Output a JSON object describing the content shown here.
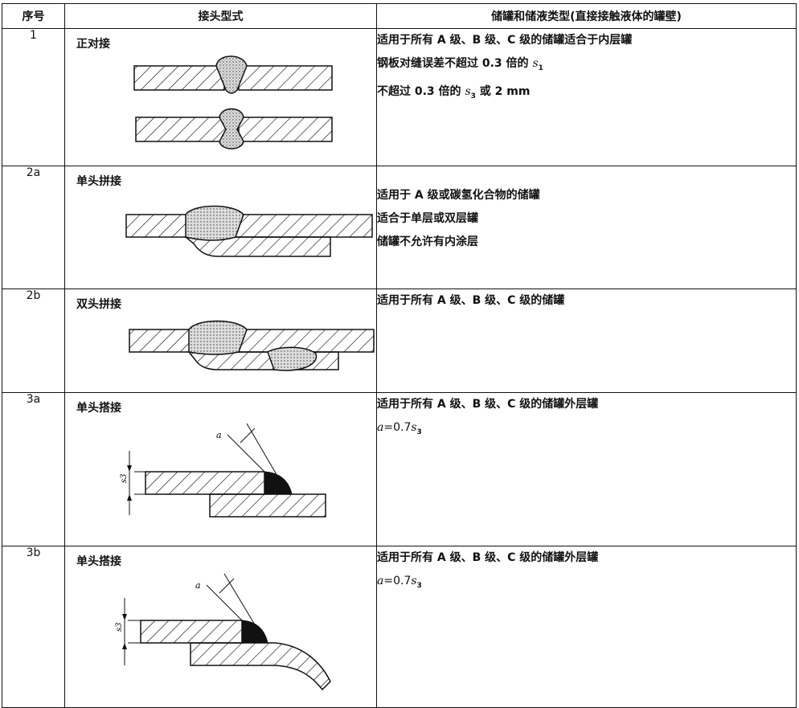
{
  "table": {
    "headers": {
      "seq": "序号",
      "joint_form": "接头型式",
      "tank_type": "储罐和储液类型(直接接触液体的罐壁)"
    },
    "rows": [
      {
        "seq": "1",
        "joint_name": "正对接",
        "lines": [
          "适用于所有 A 级、B 级、C 级的储罐适合于内层罐",
          "钢板对缝误差不超过 0.3 倍的",
          "不超过 0.3 倍的"
        ],
        "var1": "s",
        "var1_sub": "1",
        "var2": "s",
        "var2_sub": "3",
        "tail2": "或 2 mm"
      },
      {
        "seq": "2a",
        "joint_name": "单头拼接",
        "lines": [
          "适用于 A 级或碳氢化合物的储罐",
          "适合于单层或双层罐",
          "储罐不允许有内涂层"
        ]
      },
      {
        "seq": "2b",
        "joint_name": "双头拼接",
        "lines": [
          "适用于所有 A 级、B 级、C 级的储罐"
        ]
      },
      {
        "seq": "3a",
        "joint_name": "单头搭接",
        "lines": [
          "适用于所有 A 级、B 级、C 级的储罐外层罐"
        ],
        "formula_var": "a",
        "formula_eq": "=0.7",
        "formula_s": "s",
        "formula_sub": "3",
        "dim_a": "a",
        "dim_s": "s3"
      },
      {
        "seq": "3b",
        "joint_name": "单头搭接",
        "lines": [
          "适用于所有 A 级、B 级、C 级的储罐外层罐"
        ],
        "formula_var": "a",
        "formula_eq": "=0.7",
        "formula_s": "s",
        "formula_sub": "3",
        "dim_a": "a",
        "dim_s": "s3"
      }
    ]
  }
}
